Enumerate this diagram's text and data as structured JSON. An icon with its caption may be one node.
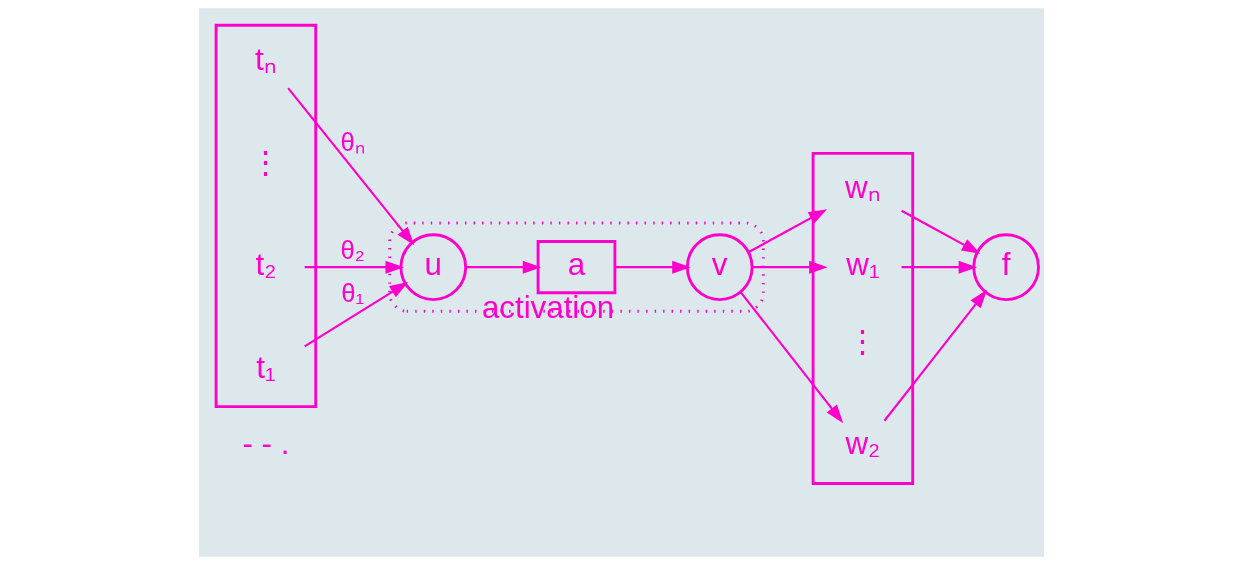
{
  "diagram": {
    "nodes": [
      {
        "text": [],
        "shape": "box"
      },
      {
        "text": [
          "t₁"
        ],
        "in": 0
      },
      {
        "text": [
          "t₂"
        ],
        "in": 0
      },
      {
        "text": [
          "⋮"
        ],
        "in": 0
      },
      {
        "text": [
          "tₙ"
        ],
        "in": 0
      },
      {
        "text": [],
        "shape": "ellipse"
      },
      {
        "text": [
          "u"
        ],
        "in": 5
      },
      {
        "text": [
          "a"
        ],
        "in": 5,
        "beside": [
          "activation"
        ]
      },
      {
        "text": [
          "v"
        ],
        "in": 5
      },
      {
        "text": [],
        "shape": "box"
      },
      {
        "text": [
          "w₁"
        ],
        "in": 9
      },
      {
        "text": [
          "w₂"
        ],
        "in": 9
      },
      {
        "text": [
          "⋮"
        ],
        "in": 9
      },
      {
        "text": [
          "wₙ"
        ],
        "in": 9
      },
      {
        "text": [
          "f"
        ]
      }
    ],
    "edges": [
      {
        "from": 1,
        "to": 6,
        "arrow": "to",
        "label": "θ₁"
      },
      {
        "from": 2,
        "to": 6,
        "arrow": "to",
        "label": "θ₂"
      },
      {
        "from": 4,
        "to": 6,
        "arrow": "to",
        "label": "θₙ"
      },
      {
        "from": 6,
        "to": 7,
        "arrow": "to"
      },
      {
        "from": 7,
        "to": 8,
        "arrow": "to"
      },
      {
        "from": 8,
        "to": 10,
        "arrow": "to"
      },
      {
        "from": 8,
        "to": 11,
        "arrow": "to"
      },
      {
        "from": 8,
        "to": 13,
        "arrow": "to"
      },
      {
        "from": 10,
        "to": 14,
        "arrow": "to"
      },
      {
        "from": 11,
        "to": 14,
        "arrow": "to"
      },
      {
        "from": 13,
        "to": 14,
        "arrow": "to"
      }
    ],
    "labels": [
      "- - ."
    ]
  }
}
